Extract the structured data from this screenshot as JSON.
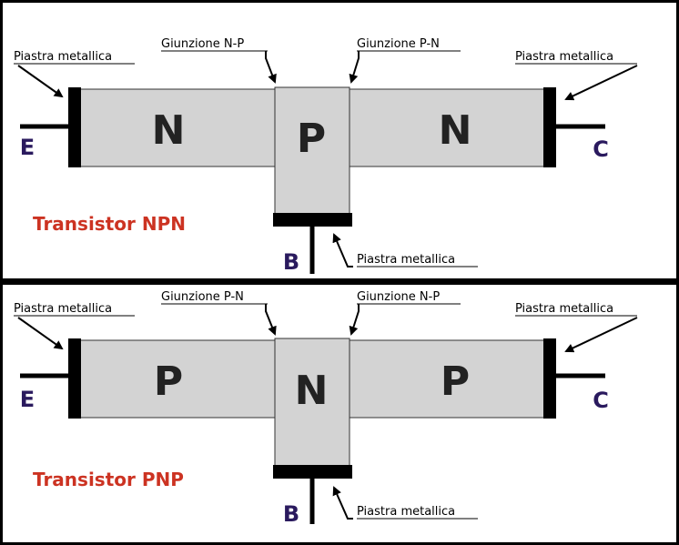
{
  "panels": [
    {
      "title": "Transistor NPN",
      "regions": [
        "N",
        "P",
        "N"
      ],
      "junction_left": "Giunzione N-P",
      "junction_right": "Giunzione P-N",
      "plate_label": "Piastra metallica",
      "terminal_emitter": "E",
      "terminal_collector": "C",
      "terminal_base": "B"
    },
    {
      "title": "Transistor PNP",
      "regions": [
        "P",
        "N",
        "P"
      ],
      "junction_left": "Giunzione P-N",
      "junction_right": "Giunzione N-P",
      "plate_label": "Piastra metallica",
      "terminal_emitter": "E",
      "terminal_collector": "C",
      "terminal_base": "B"
    }
  ],
  "colors": {
    "region_fill": "#d3d3d3",
    "title": "#cc3322",
    "terminal": "#2a1a5e",
    "border": "#000000",
    "background": "#ffffff"
  }
}
